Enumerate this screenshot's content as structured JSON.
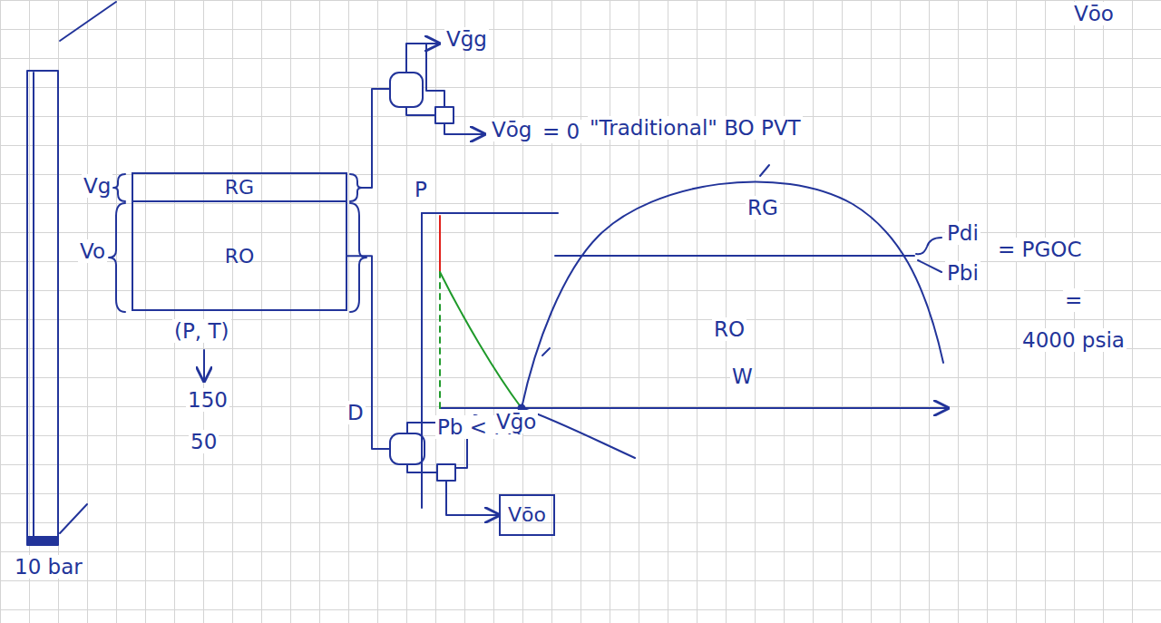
{
  "diagram": {
    "nodes": [
      {
        "text": [
          "RG"
        ]
      },
      {
        "text": [
          "RO"
        ]
      },
      {
        "text": [
          "Vōo"
        ]
      }
    ],
    "edges": [
      {
        "from": 1,
        "to": 2,
        "arrow": "to"
      }
    ],
    "labels": [
      "Vg",
      "Vo",
      "(P, T)",
      "150",
      "50",
      "10 bar",
      "Vḡg",
      "Vōg",
      "= 0",
      "\"Traditional\" BO PVT",
      "P",
      "Pb < PR",
      "RG",
      "RO",
      "W",
      "Pdi",
      "Pbi",
      "= PGOC",
      "=",
      "4000 psia",
      "D",
      "Vḡo",
      "Vōo"
    ]
  }
}
